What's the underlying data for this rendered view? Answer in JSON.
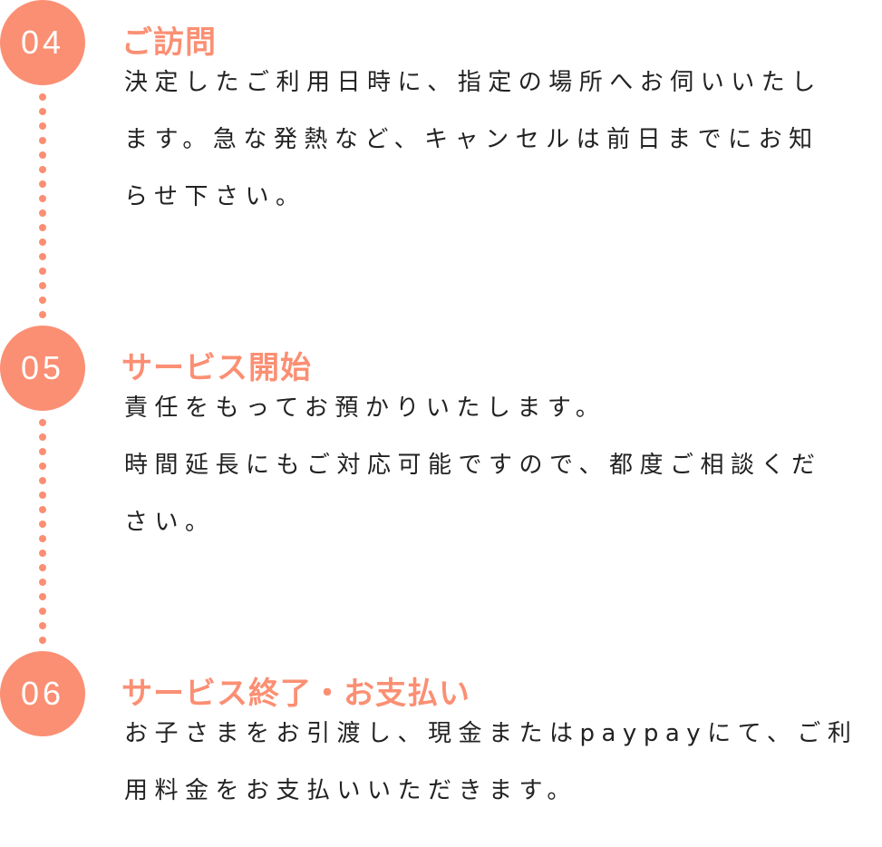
{
  "accent_color": "#fb8f73",
  "steps": [
    {
      "number": "04",
      "title": "ご訪問",
      "lines": [
        "決定したご利用日時に、指定の場所へお伺いいたし",
        "ます。急な発熱など、キャンセルは前日までにお知",
        "らせ下さい。"
      ]
    },
    {
      "number": "05",
      "title": "サービス開始",
      "lines": [
        "責任をもってお預かりいたします。",
        "時間延長にもご対応可能ですので、都度ご相談くだ",
        "さい。"
      ]
    },
    {
      "number": "06",
      "title": "サービス終了・お支払い",
      "lines": [
        "お子さまをお引渡し、現金またはpaypayにて、ご利",
        "用料金をお支払いいただきます。"
      ]
    }
  ]
}
